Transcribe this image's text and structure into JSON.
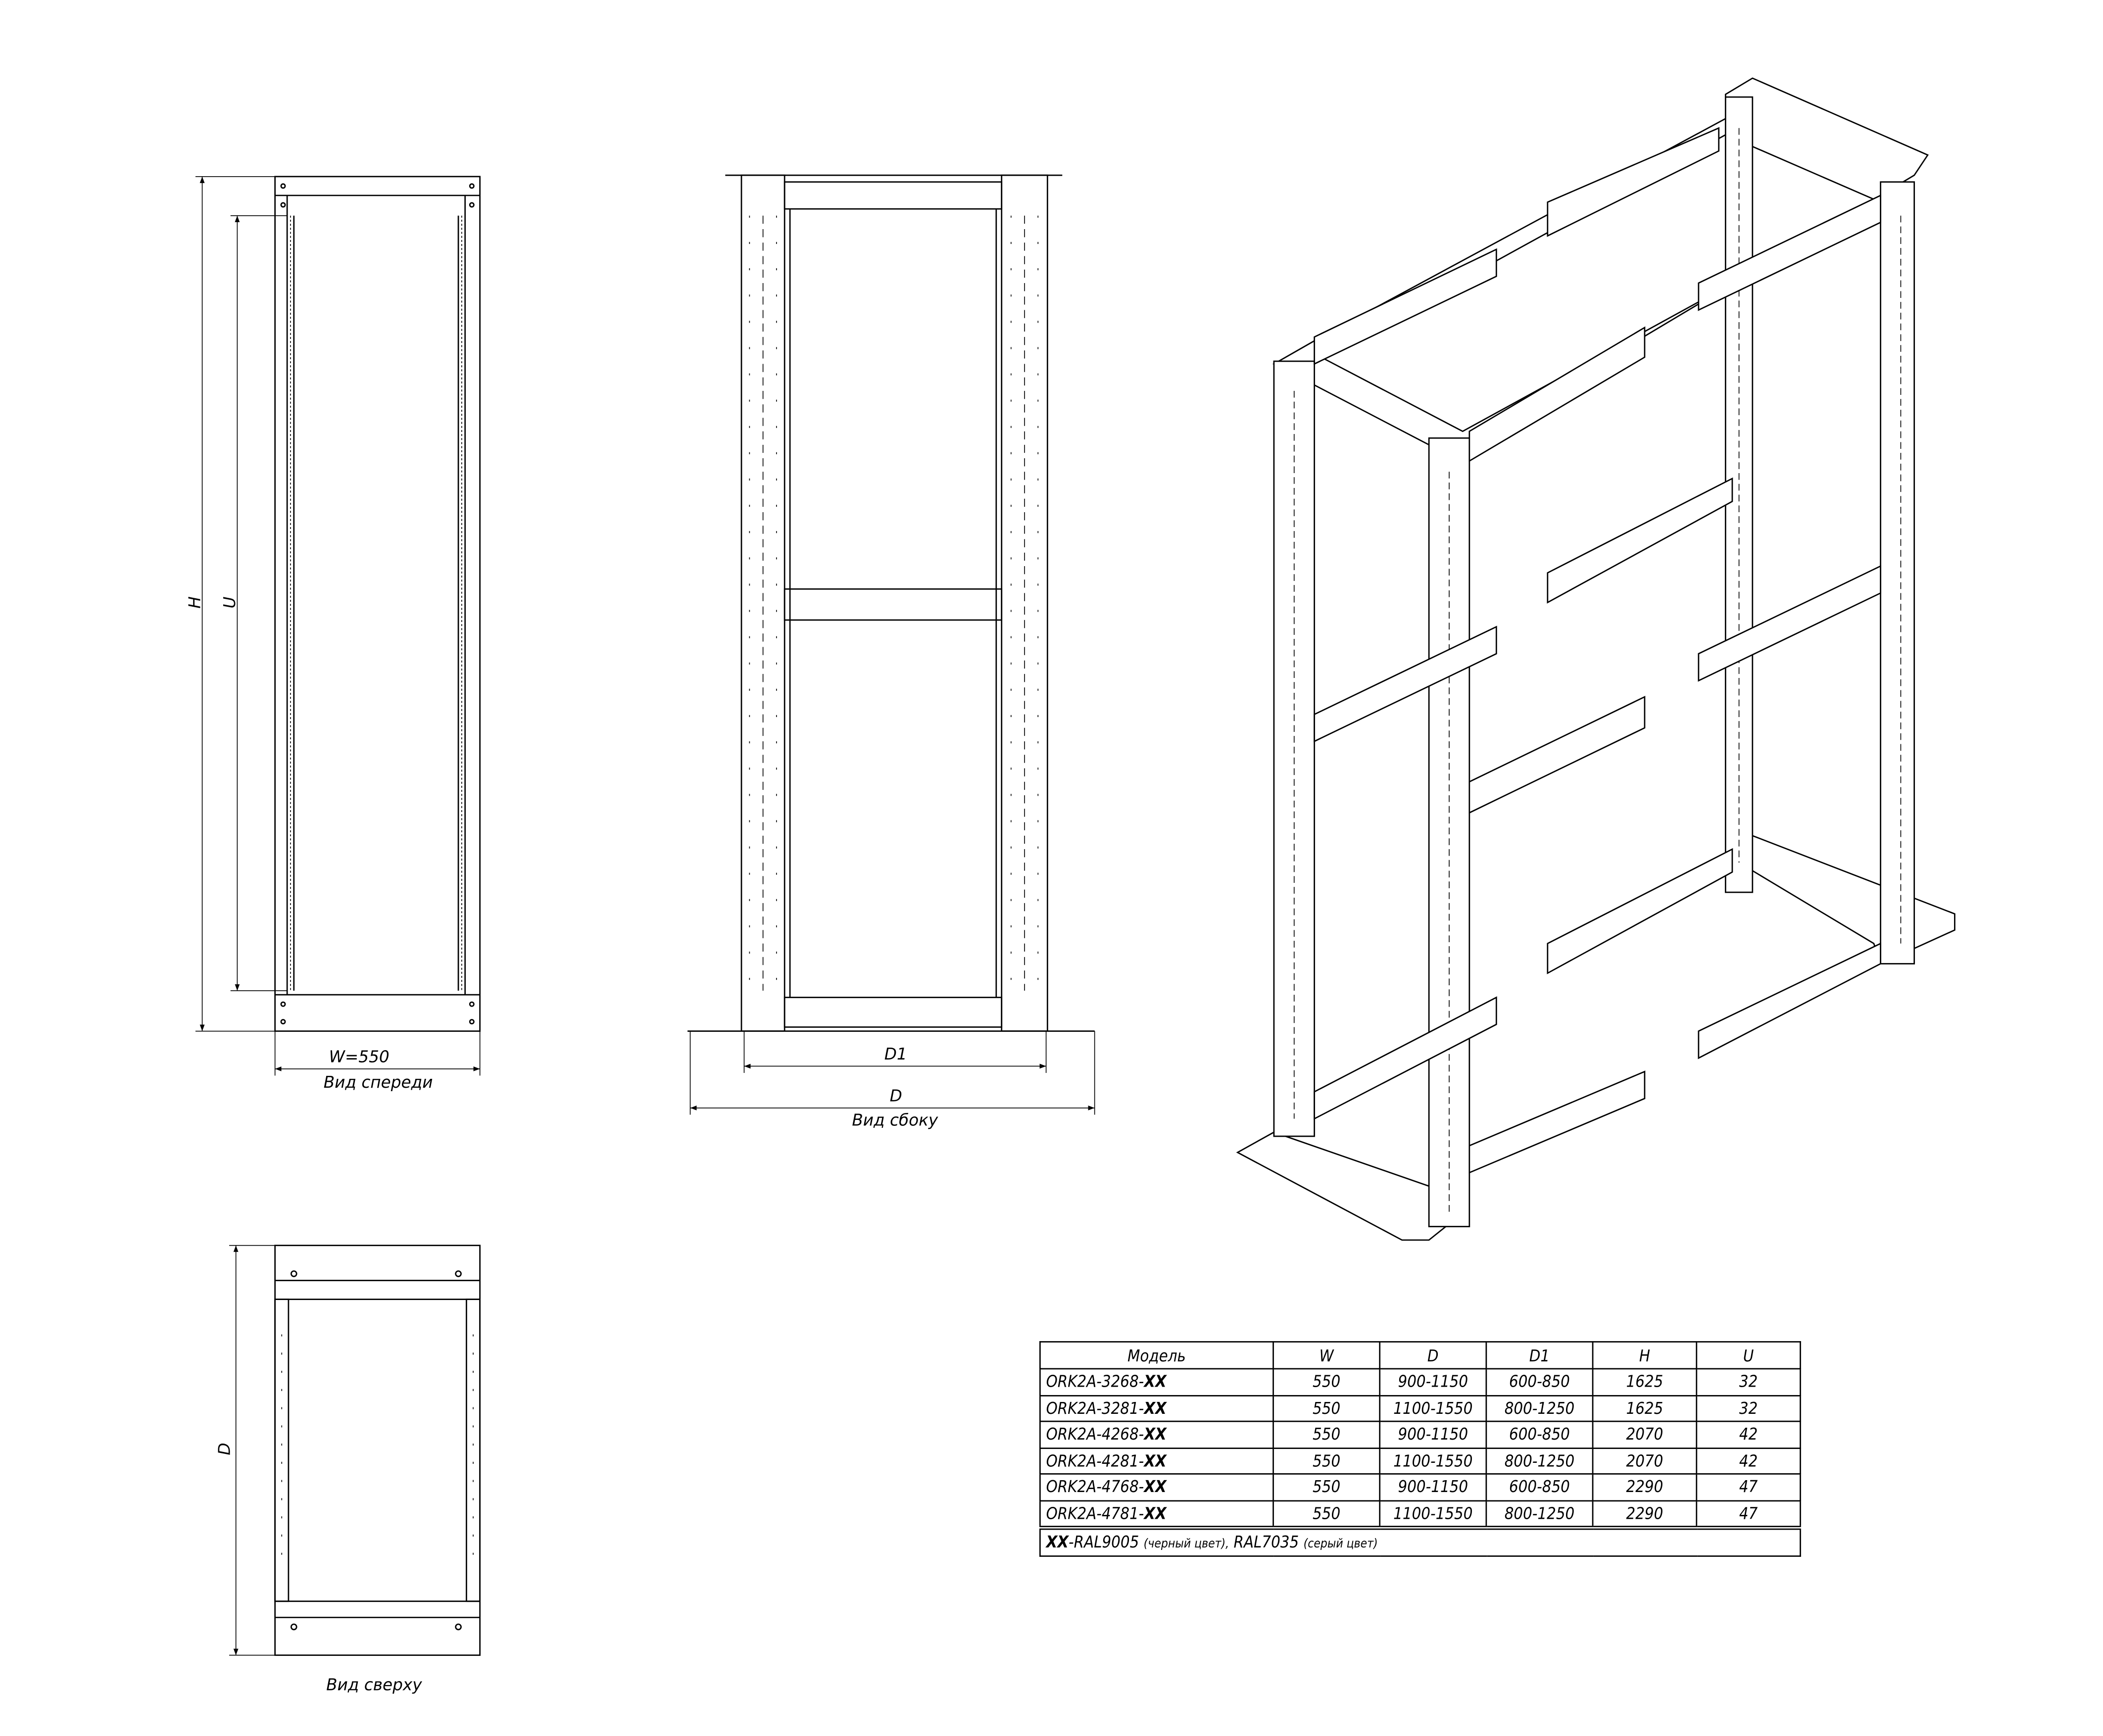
{
  "front_view": {
    "caption": "Вид спереди",
    "dim_h": "H",
    "dim_u": "U",
    "dim_w": "W=550"
  },
  "side_view": {
    "caption": "Вид сбоку",
    "dim_d1": "D1",
    "dim_d": "D"
  },
  "top_view": {
    "caption": "Вид сверху",
    "dim_d": "D"
  },
  "spec_table": {
    "headers": [
      "Модель",
      "W",
      "D",
      "D1",
      "H",
      "U"
    ],
    "rows": [
      {
        "model": "ORK2A-3268-",
        "suffix": "XX",
        "w": "550",
        "d": "900-1150",
        "d1": "600-850",
        "h": "1625",
        "u": "32"
      },
      {
        "model": "ORK2A-3281-",
        "suffix": "XX",
        "w": "550",
        "d": "1100-1550",
        "d1": "800-1250",
        "h": "1625",
        "u": "32"
      },
      {
        "model": "ORK2A-4268-",
        "suffix": "XX",
        "w": "550",
        "d": "900-1150",
        "d1": "600-850",
        "h": "2070",
        "u": "42"
      },
      {
        "model": "ORK2A-4281-",
        "suffix": "XX",
        "w": "550",
        "d": "1100-1550",
        "d1": "800-1250",
        "h": "2070",
        "u": "42"
      },
      {
        "model": "ORK2A-4768-",
        "suffix": "XX",
        "w": "550",
        "d": "900-1150",
        "d1": "600-850",
        "h": "2290",
        "u": "47"
      },
      {
        "model": "ORK2A-4781-",
        "suffix": "XX",
        "w": "550",
        "d": "1100-1550",
        "d1": "800-1250",
        "h": "2290",
        "u": "47"
      }
    ],
    "note": {
      "code": "XX",
      "ral1": "-RAL9005",
      "ral1_desc": "(черный цвет),",
      "ral2": "RAL7035",
      "ral2_desc": "(серый цвет)"
    }
  }
}
